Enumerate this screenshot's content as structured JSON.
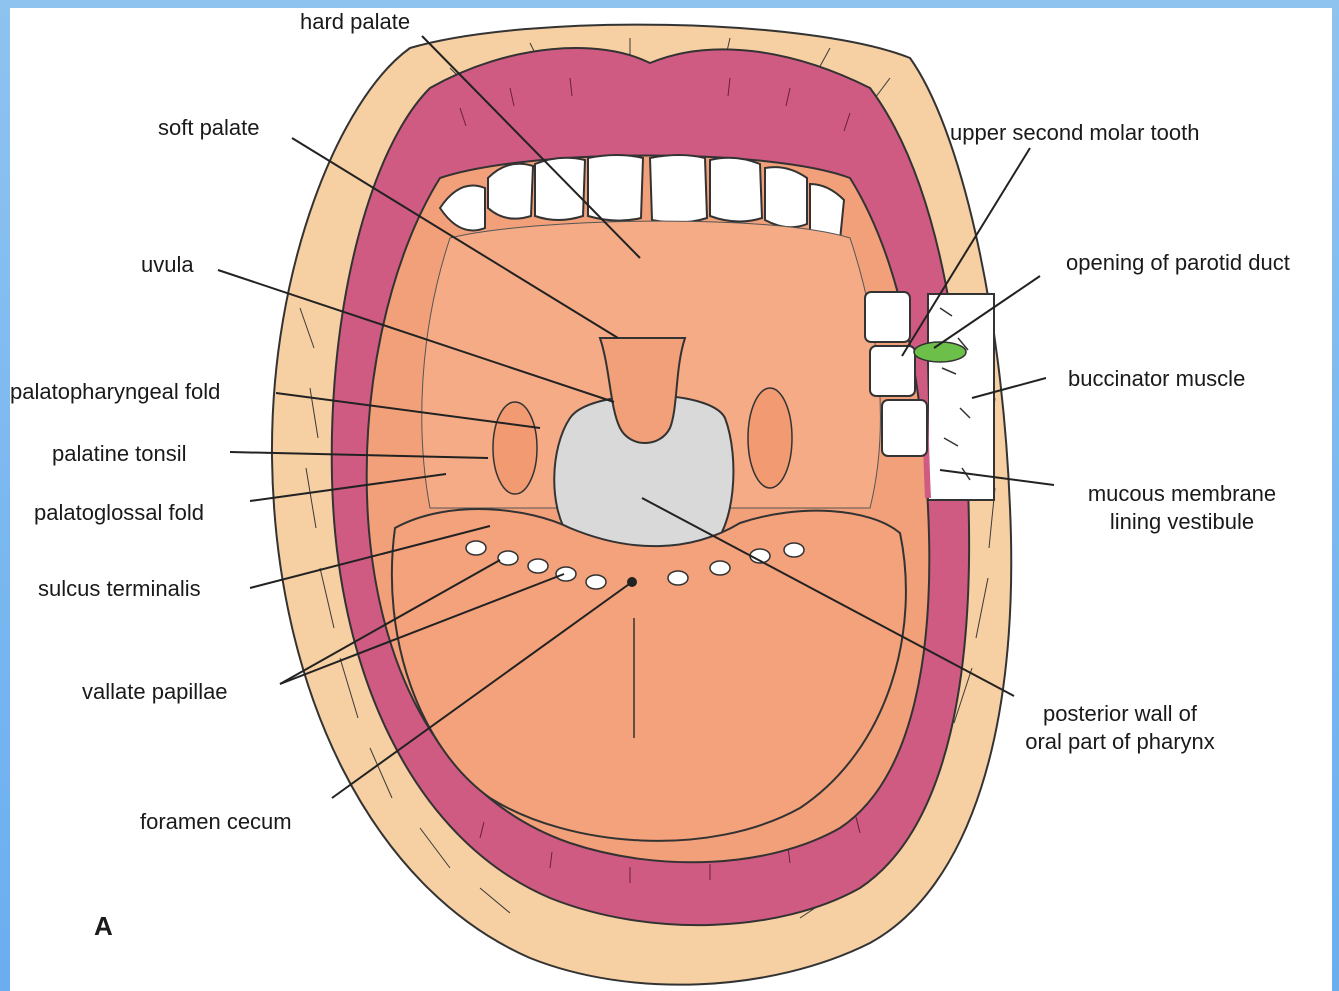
{
  "figure": {
    "letter": "A",
    "labels": {
      "hard_palate": "hard palate",
      "soft_palate": "soft palate",
      "uvula": "uvula",
      "palatopharyngeal_fold": "palatopharyngeal fold",
      "palatine_tonsil": "palatine tonsil",
      "palatoglossal_fold": "palatoglossal fold",
      "sulcus_terminalis": "sulcus terminalis",
      "vallate_papillae": "vallate papillae",
      "foramen_cecum": "foramen cecum",
      "upper_second_molar_tooth": "upper second molar tooth",
      "opening_of_parotid_duct": "opening of parotid duct",
      "buccinator_muscle": "buccinator muscle",
      "mucous_membrane_line1": "mucous membrane",
      "mucous_membrane_line2": "lining vestibule",
      "posterior_wall_line1": "posterior wall of",
      "posterior_wall_line2": "oral part of pharynx"
    }
  },
  "colors": {
    "skin": "#f6cfa2",
    "lip": "#cf5b82",
    "oral_mucosa": "#f2a07a",
    "tongue": "#f4a27c",
    "pharynx_wall": "#d9d9d9",
    "duct_opening": "#6cc04a",
    "teeth": "#ffffff",
    "frame": "#7db8f0"
  }
}
